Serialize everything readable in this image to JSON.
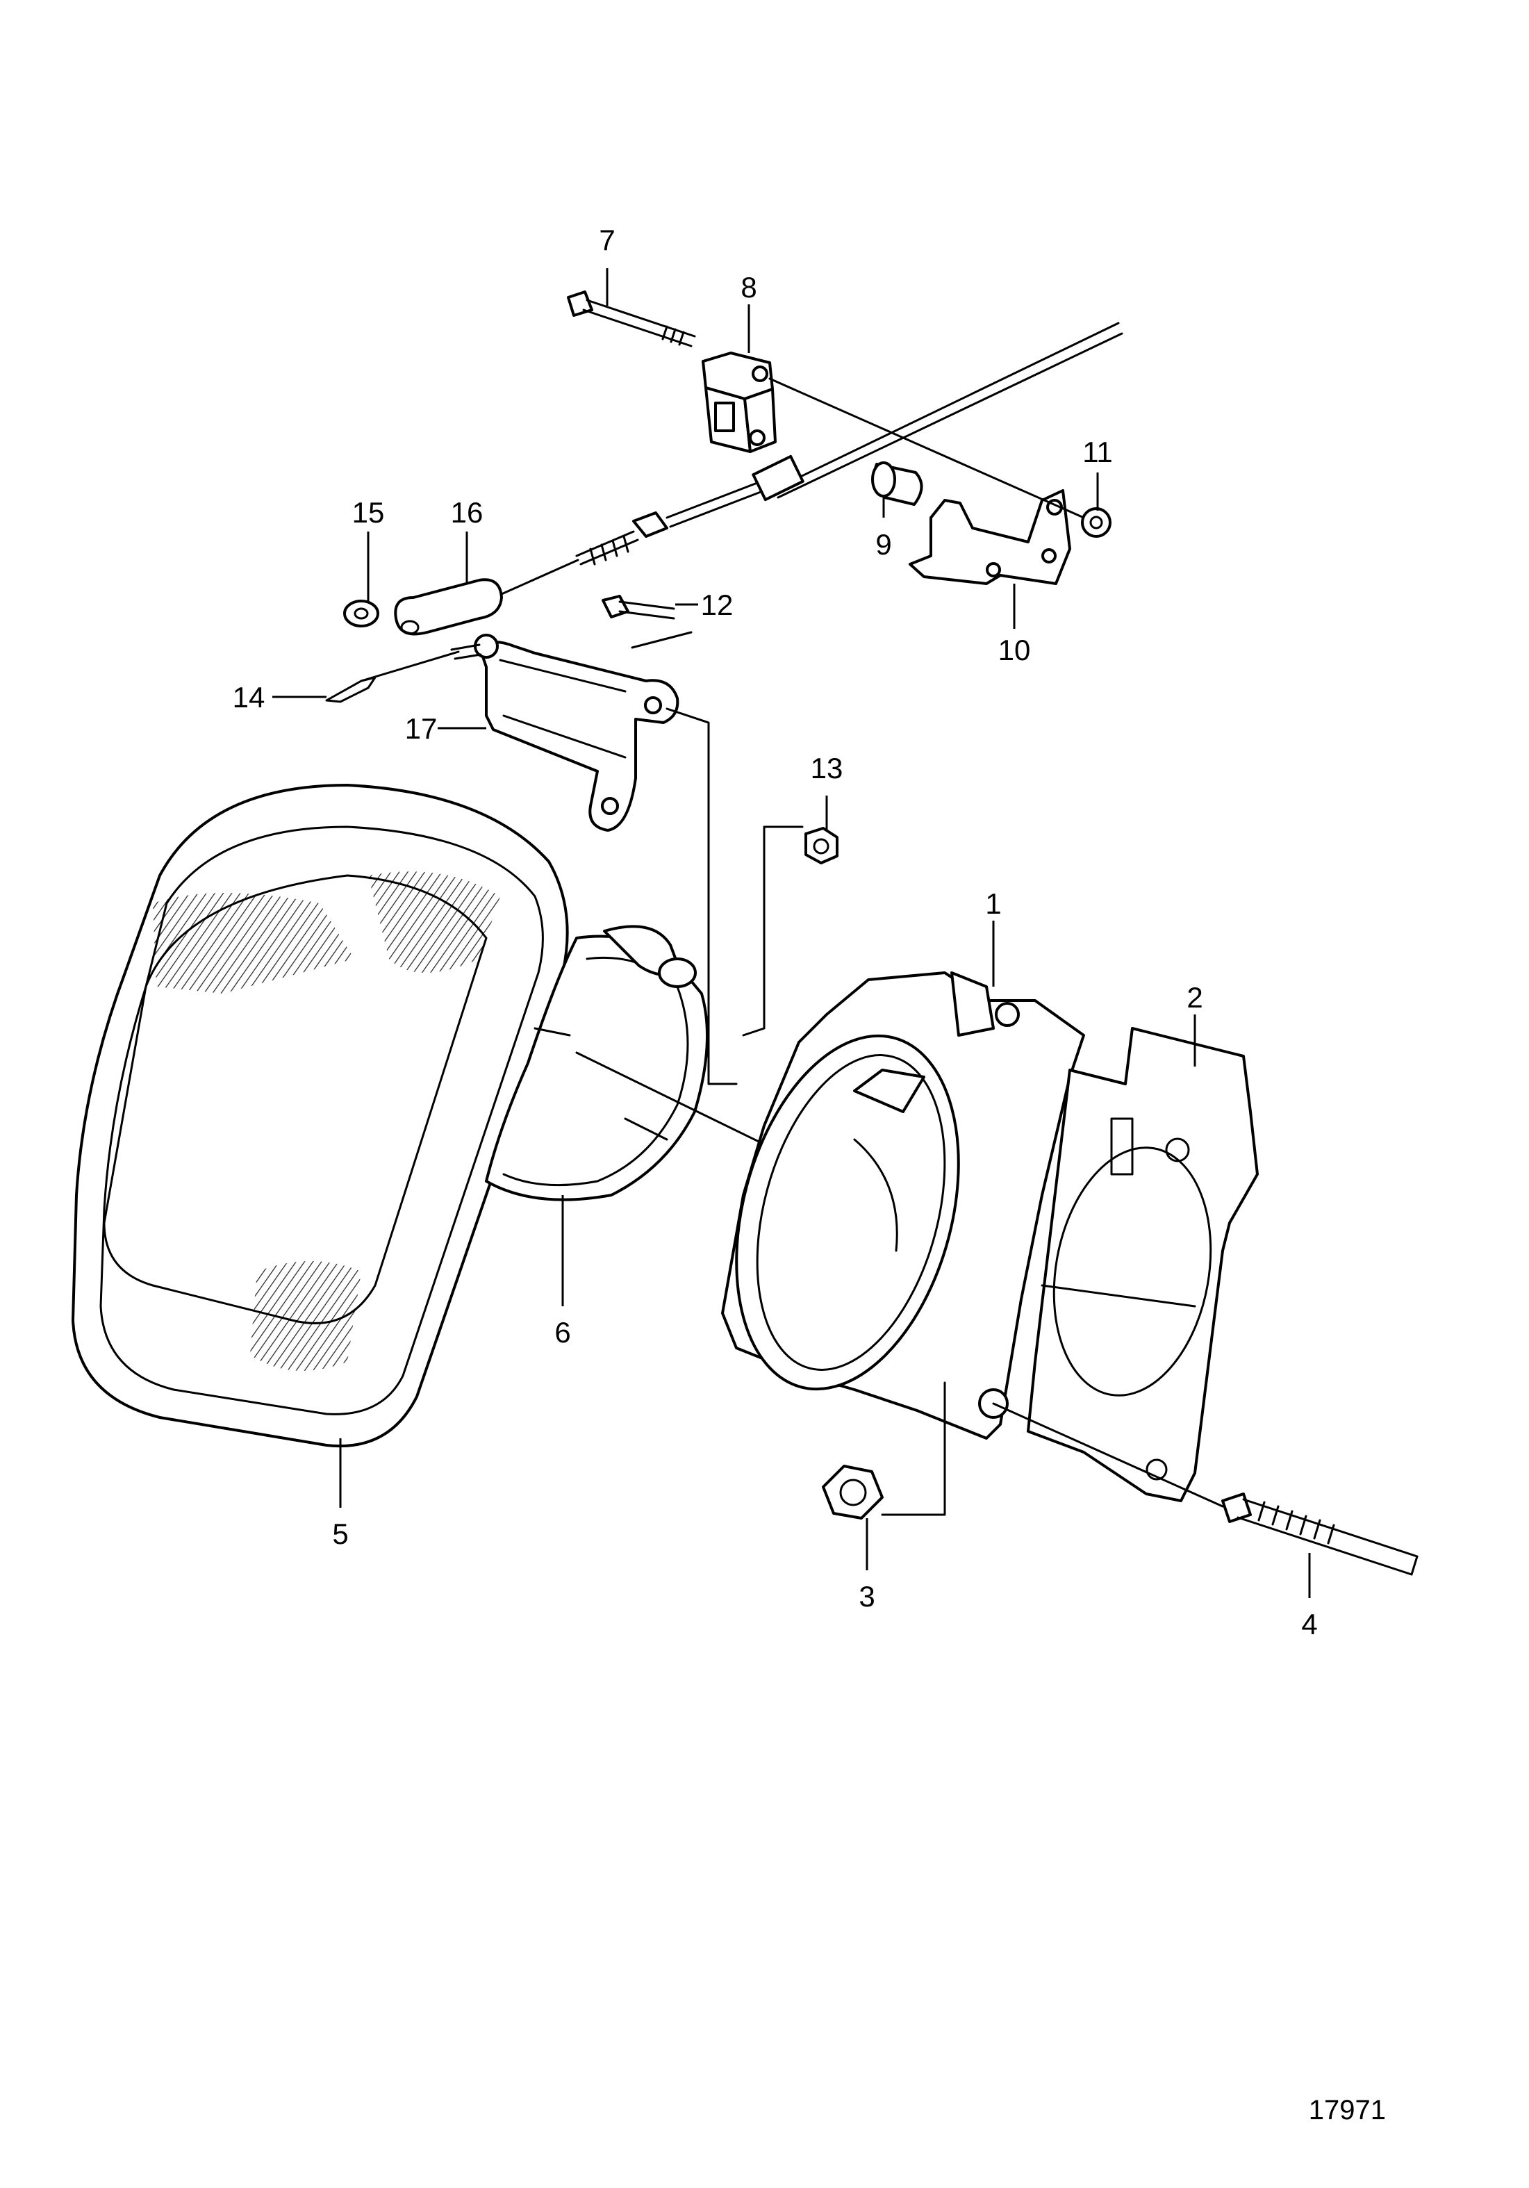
{
  "diagram": {
    "reference_number": "17971",
    "callouts": [
      {
        "id": "c1",
        "label": "1"
      },
      {
        "id": "c2",
        "label": "2"
      },
      {
        "id": "c3",
        "label": "3"
      },
      {
        "id": "c4",
        "label": "4"
      },
      {
        "id": "c5",
        "label": "5"
      },
      {
        "id": "c6",
        "label": "6"
      },
      {
        "id": "c7",
        "label": "7"
      },
      {
        "id": "c8",
        "label": "8"
      },
      {
        "id": "c9",
        "label": "9"
      },
      {
        "id": "c10",
        "label": "10"
      },
      {
        "id": "c11",
        "label": "11"
      },
      {
        "id": "c12",
        "label": "12"
      },
      {
        "id": "c13",
        "label": "13"
      },
      {
        "id": "c14",
        "label": "14"
      },
      {
        "id": "c15",
        "label": "15"
      },
      {
        "id": "c16",
        "label": "16"
      },
      {
        "id": "c17",
        "label": "17"
      }
    ]
  }
}
